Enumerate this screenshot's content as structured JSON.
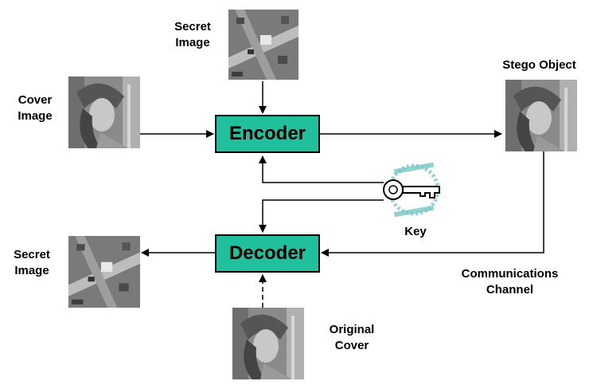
{
  "labels": {
    "secret_top": [
      "Secret",
      "Image"
    ],
    "cover": [
      "Cover",
      "Image"
    ],
    "stego": "Stego Object",
    "key": "Key",
    "channel": [
      "Communications",
      "Channel"
    ],
    "secret_left": [
      "Secret",
      "Image"
    ],
    "original_cover": [
      "Original",
      "Cover"
    ]
  },
  "blocks": {
    "encoder": "Encoder",
    "decoder": "Decoder"
  },
  "colors": {
    "block_fill": "#1fc09b",
    "line": "#000000",
    "key_watermark": "#7fc9c9"
  },
  "icons": {
    "key": "key-icon"
  }
}
